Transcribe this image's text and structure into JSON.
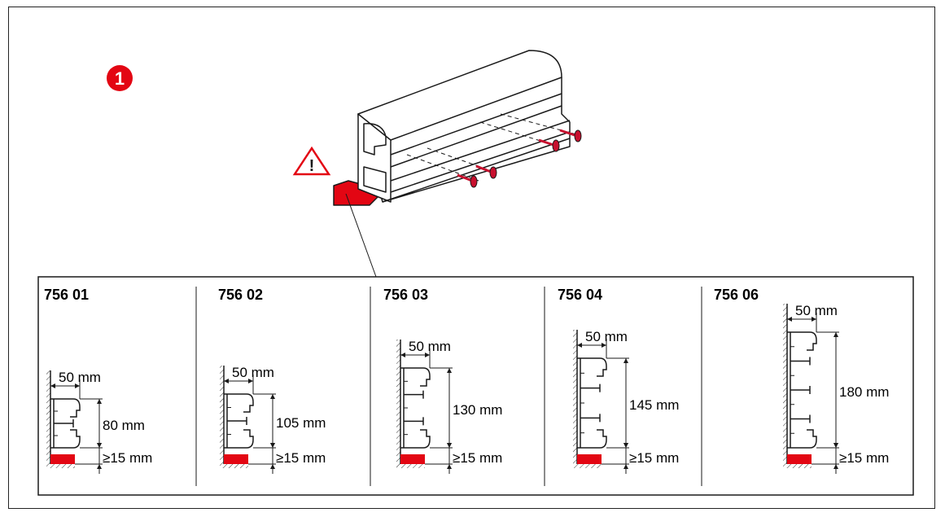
{
  "step": {
    "number": "1",
    "badge_color": "#e30613"
  },
  "warning": {
    "symbol": "!"
  },
  "colors": {
    "accent_red": "#e30613",
    "line": "#1a1a1a",
    "screw_red": "#c8102e"
  },
  "panels": [
    {
      "code": "756 01",
      "width": "50 mm",
      "height": "80 mm",
      "clearance": "≥15 mm"
    },
    {
      "code": "756 02",
      "width": "50 mm",
      "height": "105 mm",
      "clearance": "≥15 mm"
    },
    {
      "code": "756 03",
      "width": "50 mm",
      "height": "130 mm",
      "clearance": "≥15 mm"
    },
    {
      "code": "756 04",
      "width": "50 mm",
      "height": "145 mm",
      "clearance": "≥15 mm"
    },
    {
      "code": "756 06",
      "width": "50 mm",
      "height": "180 mm",
      "clearance": "≥15 mm"
    }
  ]
}
